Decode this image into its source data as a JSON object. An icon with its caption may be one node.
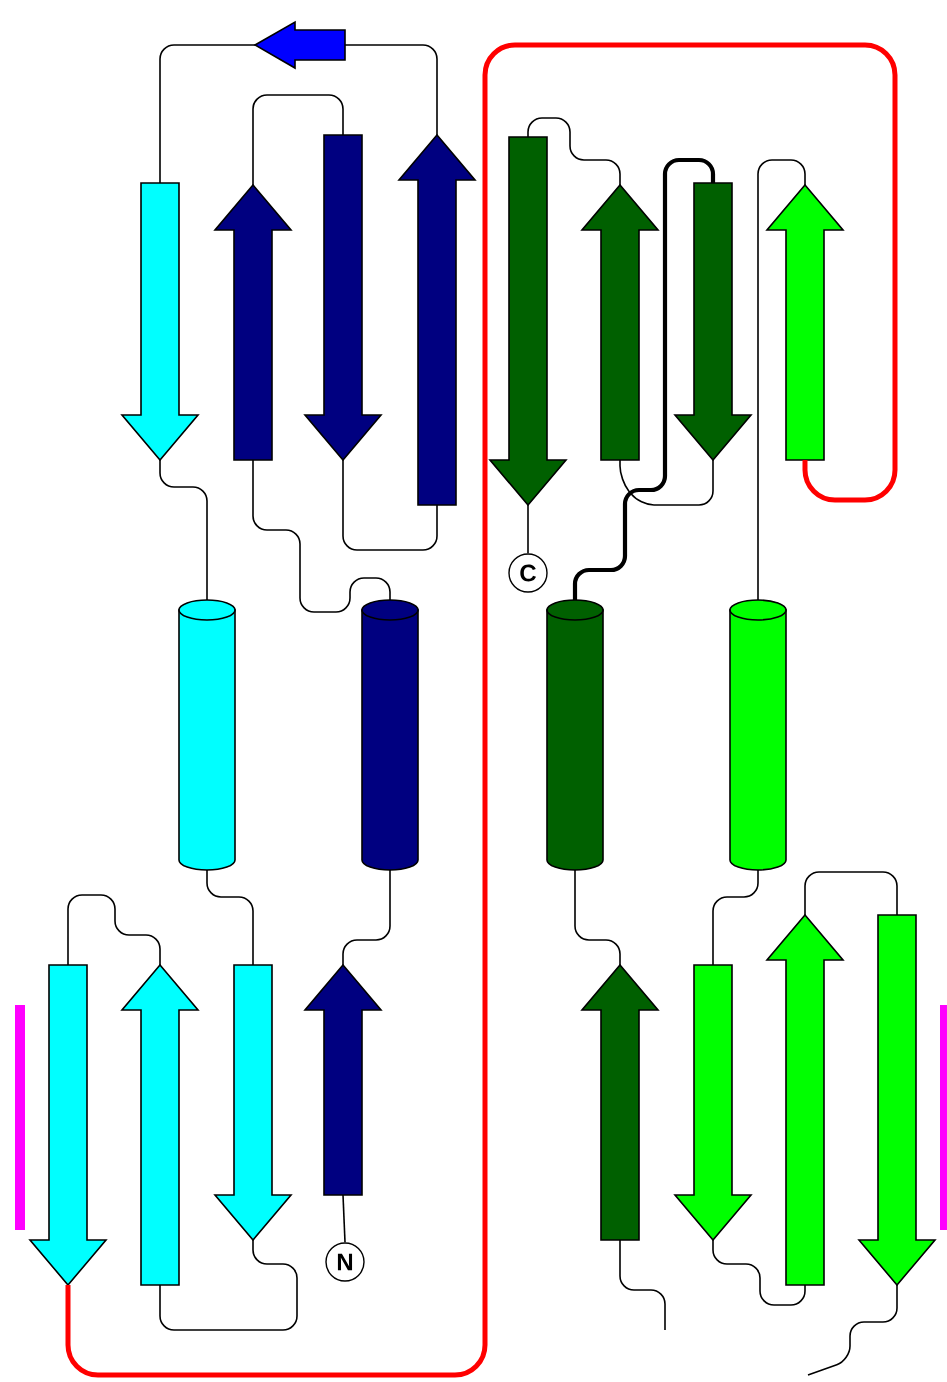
{
  "diagram": {
    "nodes": [
      {
        "text": [],
        "shape": "arrow"
      },
      {
        "text": [],
        "shape": "arrow"
      },
      {
        "text": [],
        "shape": "arrow"
      },
      {
        "text": [],
        "shape": "arrow"
      },
      {
        "text": [],
        "shape": "arrow"
      },
      {
        "text": [],
        "shape": "arrow"
      },
      {
        "text": [],
        "shape": "arrow"
      },
      {
        "text": [],
        "shape": "arrow"
      },
      {
        "text": [],
        "shape": "arrow"
      },
      {
        "text": [
          "C"
        ]
      },
      {
        "text": [],
        "shape": "cylinder"
      },
      {
        "text": [],
        "shape": "cylinder"
      },
      {
        "text": [],
        "shape": "cylinder"
      },
      {
        "text": [],
        "shape": "cylinder"
      },
      {
        "text": [],
        "shape": "arrow"
      },
      {
        "text": [],
        "shape": "arrow"
      },
      {
        "text": [],
        "shape": "arrow"
      },
      {
        "text": [],
        "shape": "arrow"
      },
      {
        "text": [],
        "shape": "arrow"
      },
      {
        "text": [],
        "shape": "arrow"
      },
      {
        "text": [],
        "shape": "arrow"
      },
      {
        "text": [],
        "shape": "arrow"
      },
      {
        "text": [
          "N"
        ]
      }
    ],
    "edges": [
      {
        "from": 22,
        "to": 19,
        "arrow": "none"
      },
      {
        "from": 19,
        "to": 11,
        "arrow": "none"
      },
      {
        "from": 11,
        "to": 2,
        "arrow": "none"
      },
      {
        "from": 2,
        "to": 3,
        "arrow": "none"
      },
      {
        "from": 3,
        "to": 4,
        "arrow": "none"
      },
      {
        "from": 4,
        "to": 0,
        "arrow": "none"
      },
      {
        "from": 0,
        "to": 1,
        "arrow": "none"
      },
      {
        "from": 1,
        "to": 10,
        "arrow": "none"
      },
      {
        "from": 10,
        "to": 18,
        "arrow": "none"
      },
      {
        "from": 18,
        "to": 17,
        "arrow": "none"
      },
      {
        "from": 17,
        "to": 16,
        "arrow": "none"
      },
      {
        "from": 16,
        "to": 8,
        "arrow": "none",
        "style": "thick",
        "color": "#ff0000"
      },
      {
        "from": 8,
        "to": 13,
        "arrow": "none"
      },
      {
        "from": 13,
        "to": 21,
        "arrow": "none"
      },
      {
        "from": 21,
        "to": 14,
        "arrow": "none"
      },
      {
        "from": 14,
        "to": 15,
        "arrow": "none"
      },
      {
        "from": 15,
        "to": null,
        "arrow": "none"
      },
      {
        "from": null,
        "to": 20,
        "arrow": "none"
      },
      {
        "from": 20,
        "to": 12,
        "arrow": "none"
      },
      {
        "from": 12,
        "to": 7,
        "arrow": "none",
        "style": "thick"
      },
      {
        "from": 7,
        "to": 6,
        "arrow": "none"
      },
      {
        "from": 6,
        "to": 5,
        "arrow": "none"
      },
      {
        "from": 5,
        "to": 9,
        "arrow": "none"
      }
    ]
  }
}
